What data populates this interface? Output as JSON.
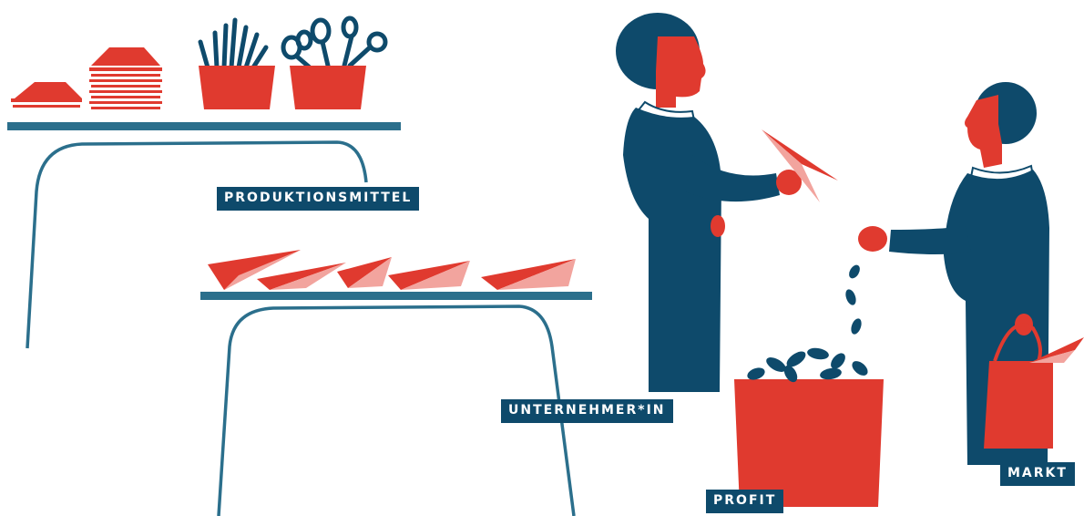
{
  "labels": {
    "produktionsmittel": "PRODUKTIONSMITTEL",
    "unternehmer": "UNTERNEHMER*IN",
    "profit": "PROFIT",
    "markt": "MARKT"
  },
  "colors": {
    "navy": "#0e4a6b",
    "teal": "#2b6f8c",
    "red": "#e03a2f",
    "pink": "#f2a49e",
    "white": "#ffffff"
  },
  "icons": {
    "pencils": "pencil-cup-icon",
    "scissors": "scissors-cup-icon",
    "paper": "paper-stack-icon",
    "plane": "paper-plane-icon",
    "beans": "bean-icon",
    "bag": "shopping-bag-icon"
  }
}
